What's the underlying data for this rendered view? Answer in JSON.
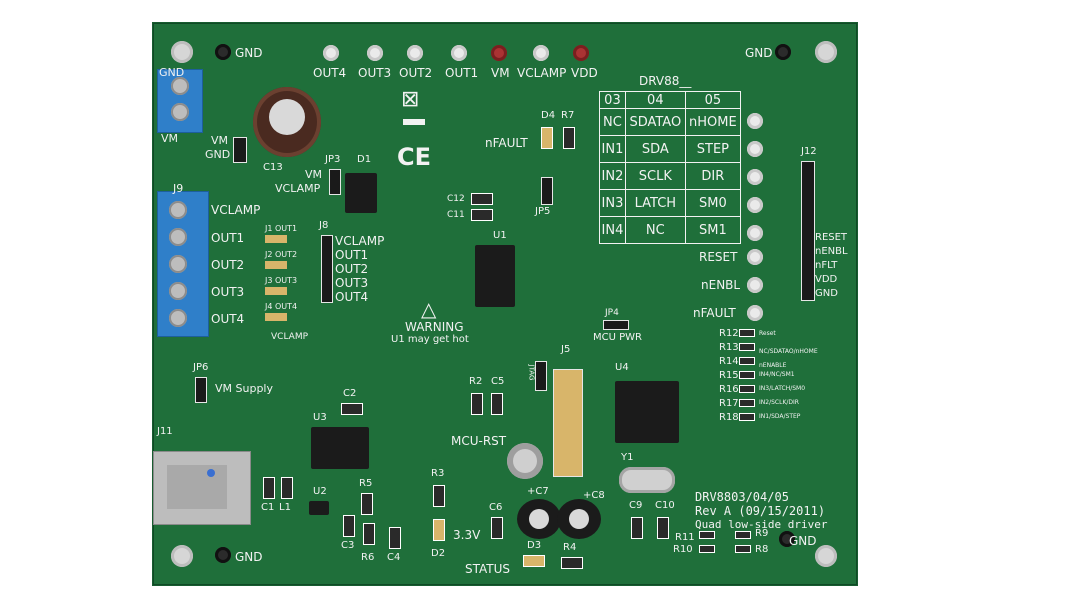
{
  "labels": {
    "gnd": "GND",
    "test_points_top": [
      "OUT4",
      "OUT3",
      "OUT2",
      "OUT1",
      "VM",
      "VCLAMP",
      "VDD"
    ],
    "j6_vm": "VM",
    "j7_vm": "VM",
    "j7_gnd": "GND",
    "c13": "C13",
    "jp3": "JP3",
    "jp3_vm": "VM",
    "jp3_vclamp": "VCLAMP",
    "d1": "D1",
    "j9": "J9",
    "j9_pins": [
      "VCLAMP",
      "OUT1",
      "OUT2",
      "OUT3",
      "OUT4"
    ],
    "j1_4": [
      "J1 OUT1",
      "J2 OUT2",
      "J3 OUT3",
      "J4 OUT4"
    ],
    "j8": "J8",
    "j8_pins": [
      "VCLAMP",
      "OUT1",
      "OUT2",
      "OUT3",
      "OUT4"
    ],
    "vclamp_bottom": "VCLAMP",
    "warning": "WARNING",
    "warning_sub": "U1 may get hot",
    "c12": "C12",
    "c11": "C11",
    "u1": "U1",
    "d4": "D4",
    "r7": "R7",
    "nfault_top": "nFAULT",
    "jp5": "JP5",
    "drv_title": "DRV88__",
    "ce": "CE",
    "table_head": [
      "03",
      "04",
      "05"
    ],
    "table_rows": [
      [
        "NC",
        "SDATAO",
        "nHOME"
      ],
      [
        "IN1",
        "SDA",
        "STEP"
      ],
      [
        "IN2",
        "SCLK",
        "DIR"
      ],
      [
        "IN3",
        "LATCH",
        "SM0"
      ],
      [
        "IN4",
        "NC",
        "SM1"
      ]
    ],
    "j12": "J12",
    "j12_pins": [
      "RESET",
      "nENBL",
      "nFLT",
      "VDD",
      "GND"
    ],
    "right_tps": [
      "RESET",
      "nENBL",
      "nFAULT"
    ],
    "jp4": "JP4",
    "mcu_pwr": "MCU PWR",
    "jp6": "JP6",
    "vm_supply": "VM Supply",
    "c2": "C2",
    "u3": "U3",
    "j11": "J11",
    "c1": "C1",
    "l1": "L1",
    "u2": "U2",
    "r5": "R5",
    "c3": "C3",
    "r6": "R6",
    "c4": "C4",
    "r3": "R3",
    "d2": "D2",
    "v33": "3.3V",
    "r2": "R2",
    "c5": "C5",
    "mcu_rst": "MCU-RST",
    "c6": "C6",
    "c7": "+C7",
    "c8": "+C8",
    "d3": "D3",
    "r4": "R4",
    "status": "STATUS",
    "j5": "J5",
    "jtag": "JTAG",
    "u4": "U4",
    "y1": "Y1",
    "c9": "C9",
    "c10": "C10",
    "r_list": [
      "R12",
      "R13",
      "R14",
      "R15",
      "R16",
      "R17",
      "R18"
    ],
    "r_desc": [
      "Reset",
      "NC/SDATAO/nHOME",
      "nENABLE",
      "IN4/NC/SM1",
      "IN3/LATCH/SM0",
      "IN2/SCLK/DIR",
      "IN1/SDA/STEP"
    ],
    "r11": "R11",
    "r9": "R9",
    "r10": "R10",
    "r8": "R8",
    "board_name": "DRV8803/04/05",
    "board_rev": "Rev A (09/15/2011)",
    "board_desc": "Quad low-side driver"
  }
}
